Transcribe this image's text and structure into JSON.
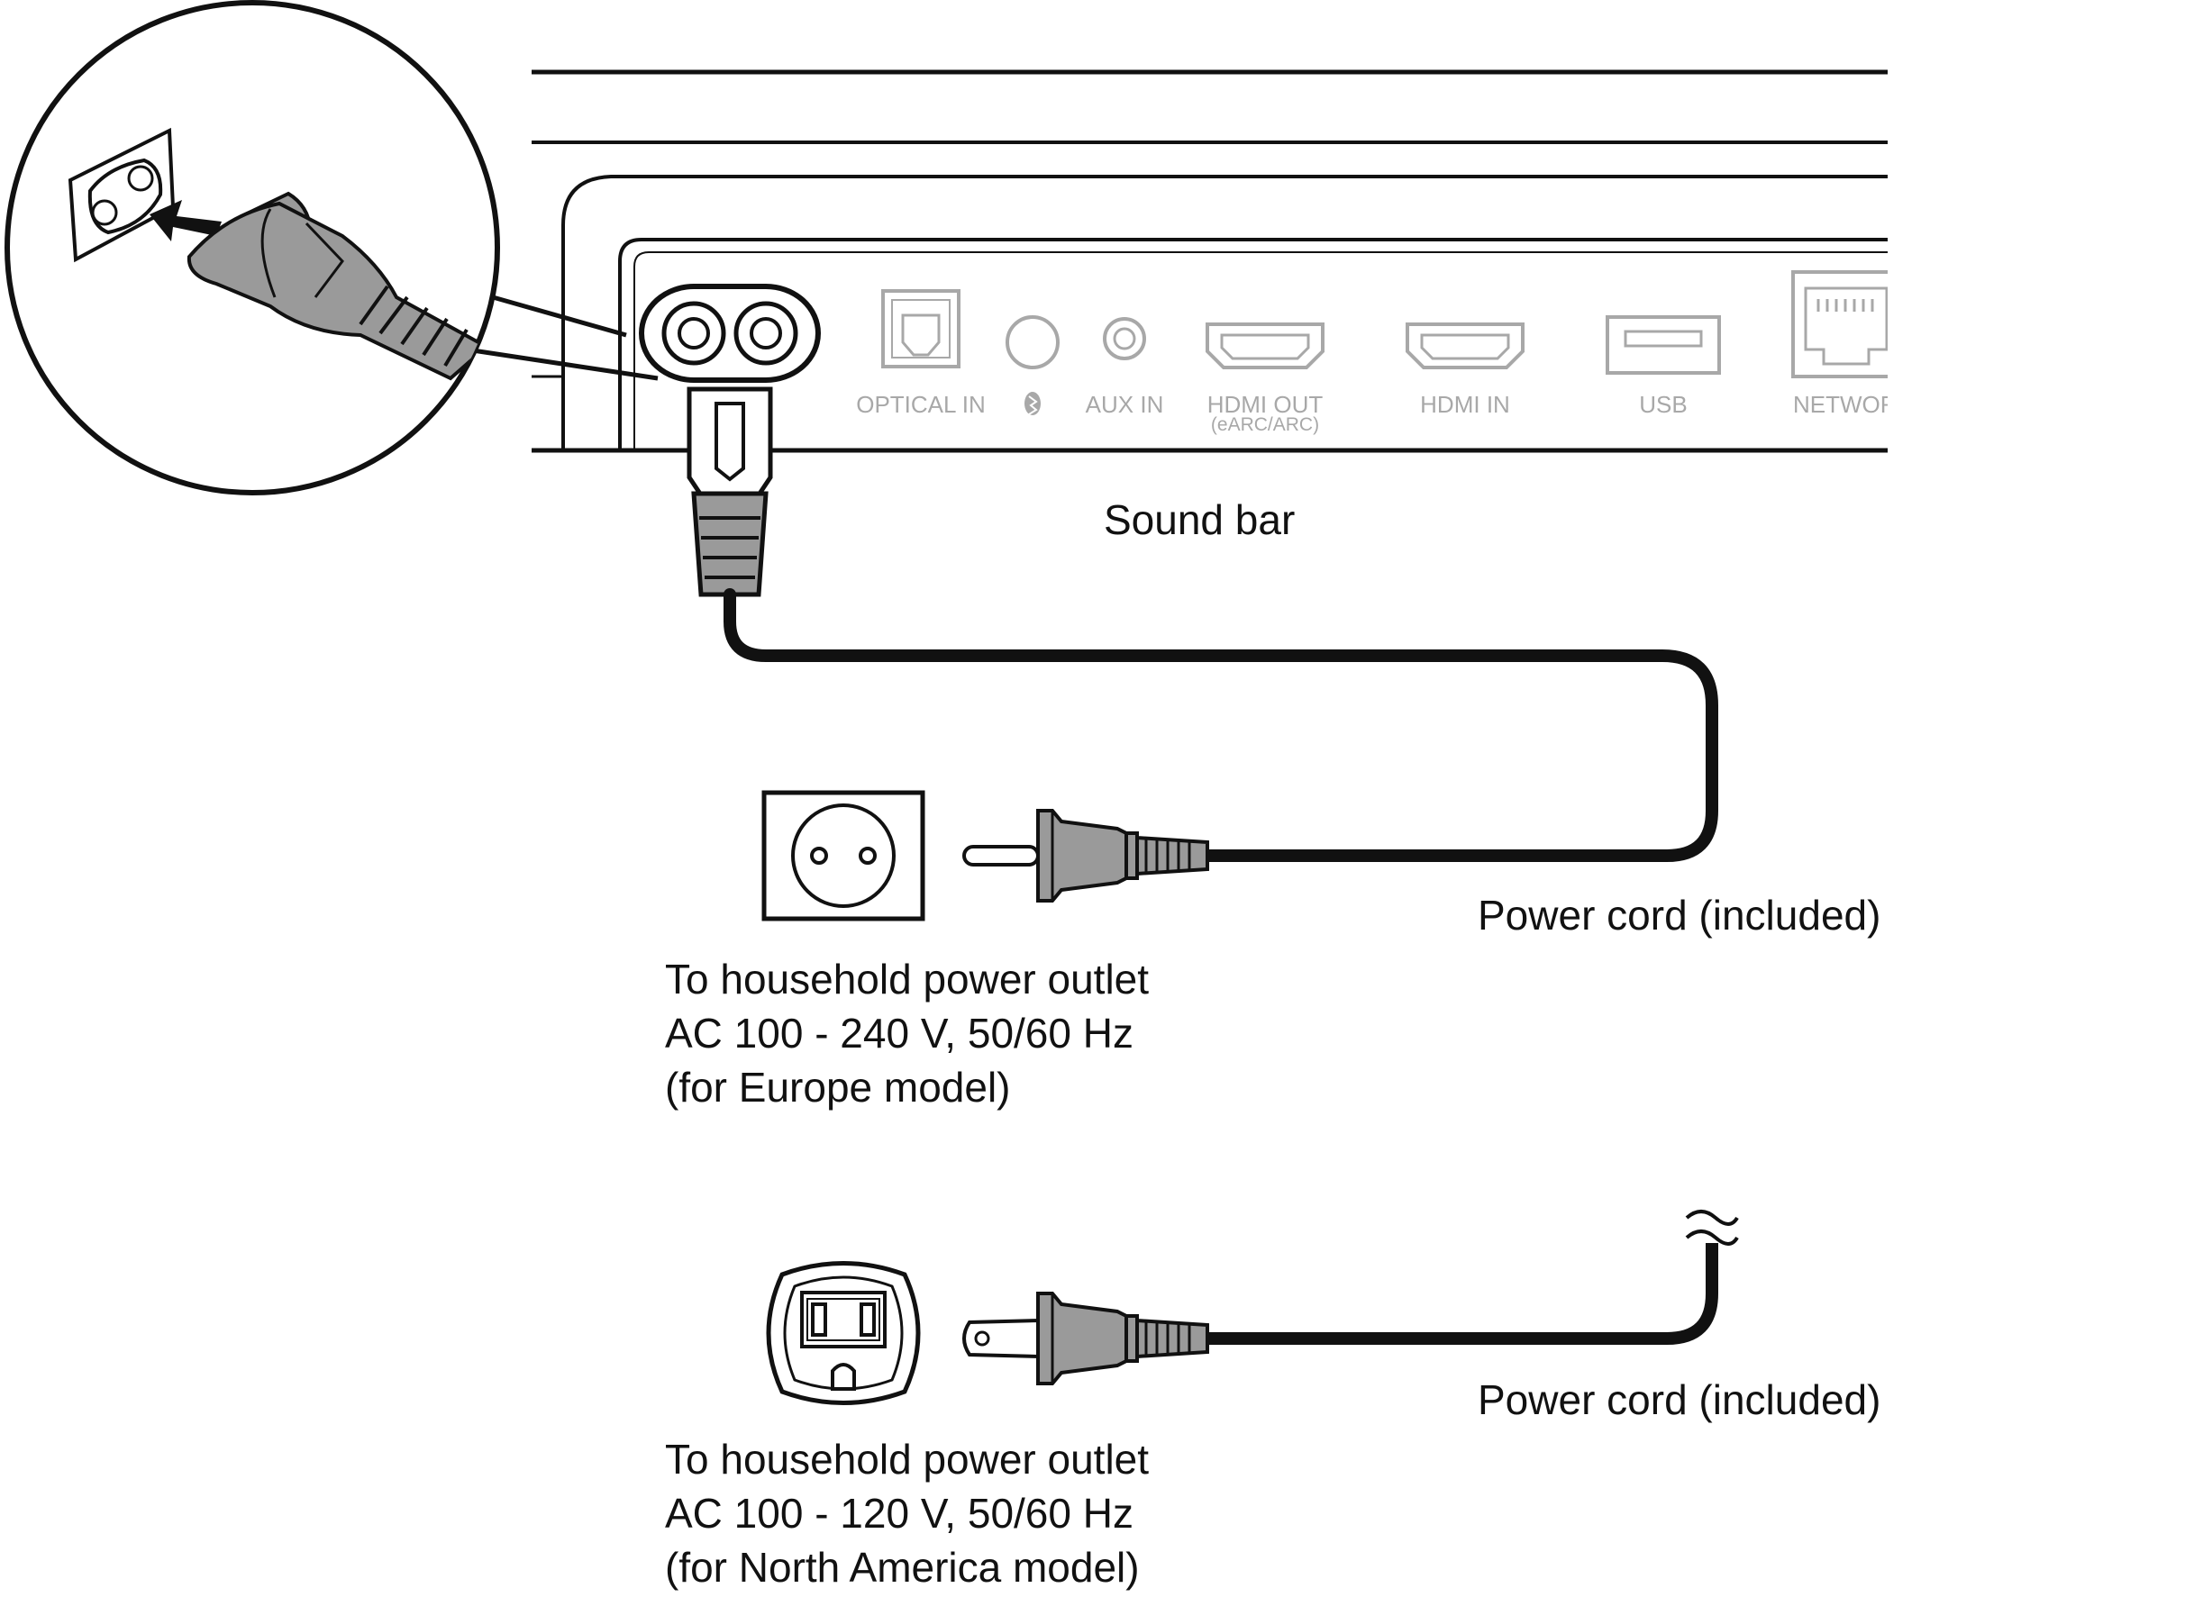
{
  "soundbar": {
    "label": "Sound bar",
    "ports": {
      "optical": "OPTICAL IN",
      "aux": "AUX IN",
      "hdmi_out": "HDMI OUT",
      "hdmi_out_sub": "(eARC/ARC)",
      "hdmi_in": "HDMI IN",
      "usb": "USB",
      "network": "NETWORK"
    },
    "bluetooth_icon": "bluetooth-icon"
  },
  "europe": {
    "cord_label": "Power cord (included)",
    "outlet_line1": "To household power outlet",
    "outlet_line2": "AC 100 - 240 V, 50/60 Hz",
    "outlet_line3": "(for Europe model)"
  },
  "north_america": {
    "cord_label": "Power cord (included)",
    "outlet_line1": "To household power outlet",
    "outlet_line2": "AC 100 - 120 V, 50/60 Hz",
    "outlet_line3": "(for North America model)"
  },
  "colors": {
    "ink": "#111111",
    "plug_fill": "#9a9a9a",
    "port_grey": "#a8a8a8"
  }
}
